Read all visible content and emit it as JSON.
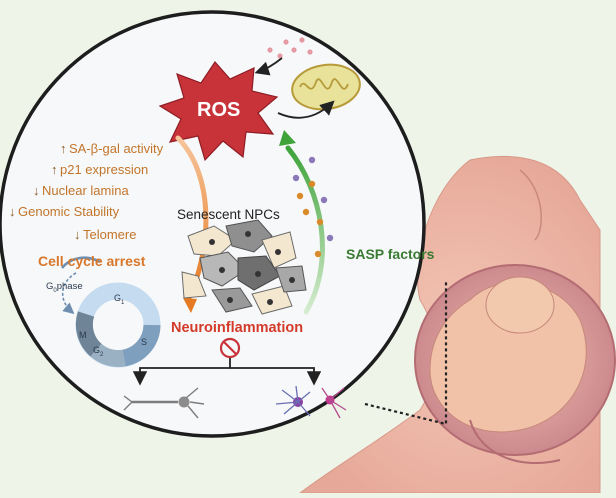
{
  "labels": {
    "ros": "ROS",
    "senescent": "Senescent NPCs",
    "cell_cycle_arrest": "Cell cycle arrest",
    "neuroinflammation": "Neuroinflammation",
    "sasp": "SASP factors",
    "g0phase_main": "G",
    "g0phase_sub": "0",
    "g0phase_tail": "phase"
  },
  "markers": [
    {
      "direction": "up",
      "text": "SA-β-gal activity"
    },
    {
      "direction": "up",
      "text": "p21 expression"
    },
    {
      "direction": "down",
      "text": "Nuclear lamina"
    },
    {
      "direction": "down",
      "text": "Genomic Stability"
    },
    {
      "direction": "down",
      "text": "Telomere"
    }
  ],
  "cell_cycle": {
    "g1_main": "G",
    "g1_sub": "1",
    "s": "S",
    "g2_main": "G",
    "g2_sub": "2",
    "m": "M"
  },
  "icons": {
    "up": "↑",
    "down": "↓"
  },
  "colors": {
    "background": "#eef4e8",
    "circle_fill": "#f7f8fa",
    "ros_red": "#c8333a",
    "orange": "#e58a2e",
    "green": "#4fae46",
    "sasp_green": "#3a7a33",
    "neuro_red": "#d43a2a"
  }
}
